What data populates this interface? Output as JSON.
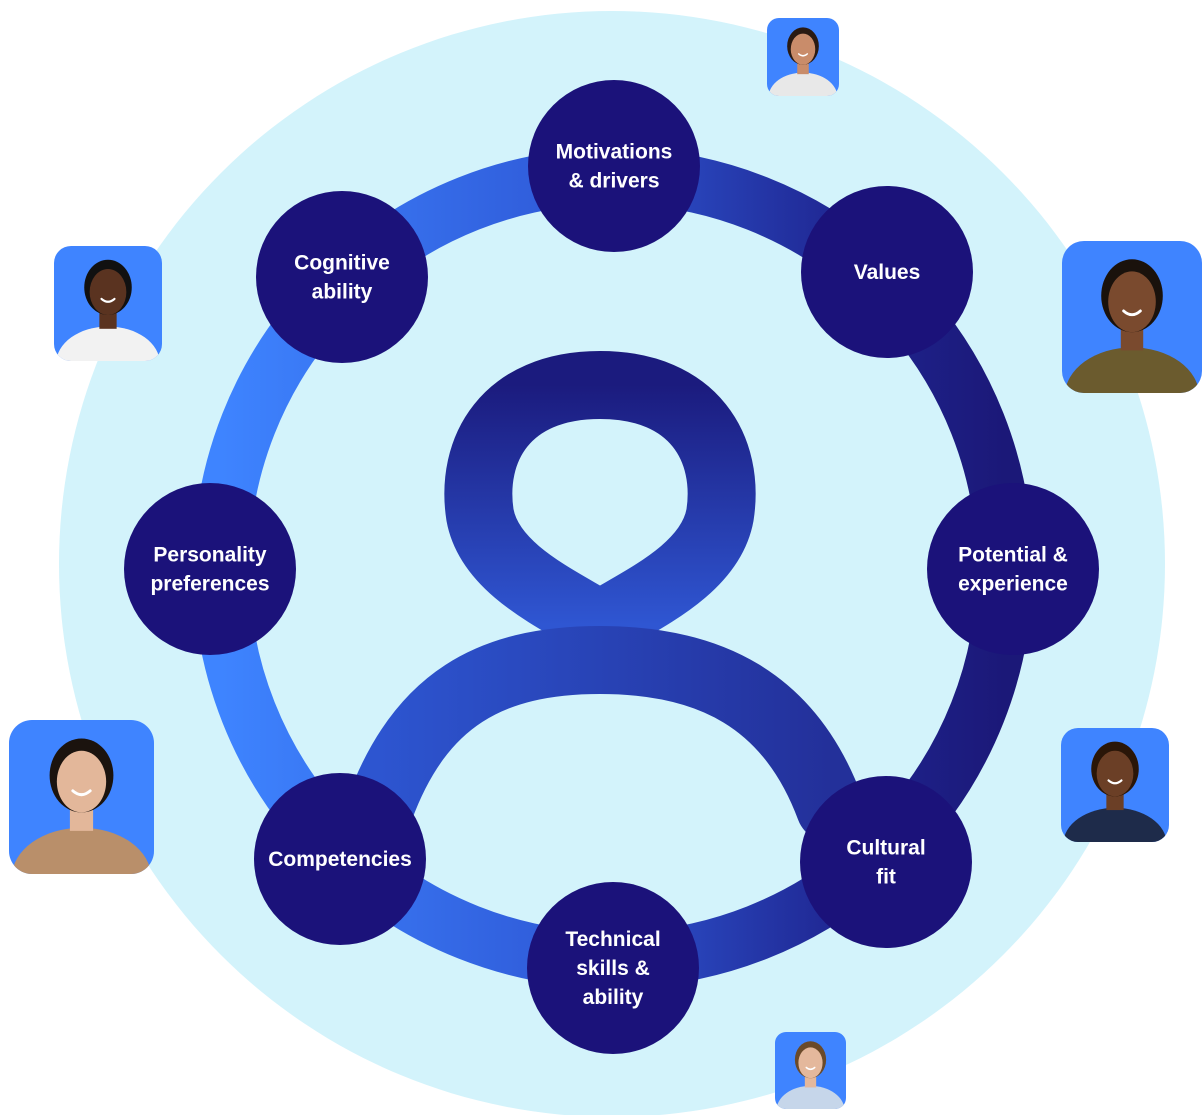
{
  "diagram": {
    "colors": {
      "backdrop": "#d3f3fb",
      "node_fill": "#1b127a",
      "ring_light": "#3b7cf2",
      "ring_dark": "#1c1a7e",
      "avatar_bg": "#3f84ff",
      "label_text": "#ffffff"
    },
    "center_icon": "person-outline-icon",
    "nodes": [
      {
        "id": "motivations",
        "lines": [
          "Motivations",
          "& drivers"
        ]
      },
      {
        "id": "values",
        "lines": [
          "Values"
        ]
      },
      {
        "id": "potential",
        "lines": [
          "Potential &",
          "experience"
        ]
      },
      {
        "id": "cultural-fit",
        "lines": [
          "Cultural",
          "fit"
        ]
      },
      {
        "id": "technical",
        "lines": [
          "Technical",
          "skills &",
          "ability"
        ]
      },
      {
        "id": "competencies",
        "lines": [
          "Competencies"
        ]
      },
      {
        "id": "personality",
        "lines": [
          "Personality",
          "preferences"
        ]
      },
      {
        "id": "cognitive",
        "lines": [
          "Cognitive",
          "ability"
        ]
      }
    ],
    "avatars": [
      {
        "id": "top",
        "icon": "person-photo-icon"
      },
      {
        "id": "right-upper",
        "icon": "person-photo-icon"
      },
      {
        "id": "left-upper",
        "icon": "person-photo-icon"
      },
      {
        "id": "left-lower",
        "icon": "person-photo-icon"
      },
      {
        "id": "right-lower",
        "icon": "person-photo-icon"
      },
      {
        "id": "bottom",
        "icon": "person-photo-icon"
      }
    ]
  }
}
